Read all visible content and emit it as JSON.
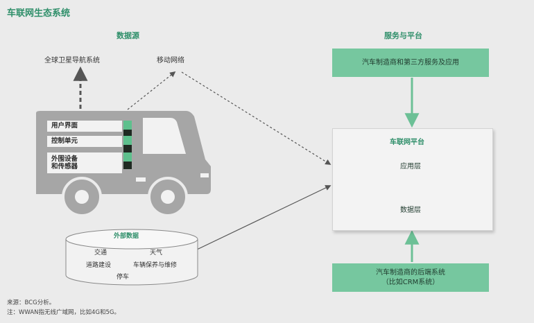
{
  "title": "车联网生态系统",
  "left": {
    "header": "数据源",
    "satellite": "全球卫星导航系统",
    "mobile": "移动网络",
    "truck_labels": [
      "用户界面",
      "控制单元",
      "外围设备\n和传感器"
    ],
    "external": {
      "title": "外部数据",
      "items": [
        "交通",
        "天气",
        "道路建设",
        "车辆保养与维修",
        "停车"
      ]
    }
  },
  "right": {
    "header": "服务与平台",
    "top_box": "汽车制造商和第三方服务及应用",
    "platform_title": "车联网平台",
    "app_layer": "应用层",
    "data_layer": "数据层",
    "bottom_box": "汽车制造商的后端系统\n（比如CRM系统）"
  },
  "footnotes": [
    "来源：BCG分析。",
    "注：WWAN指无线广域网，比如4G和5G。"
  ],
  "colors": {
    "accent": "#2f8f6a",
    "box": "#76c79f",
    "truck": "#a6a6a6"
  }
}
